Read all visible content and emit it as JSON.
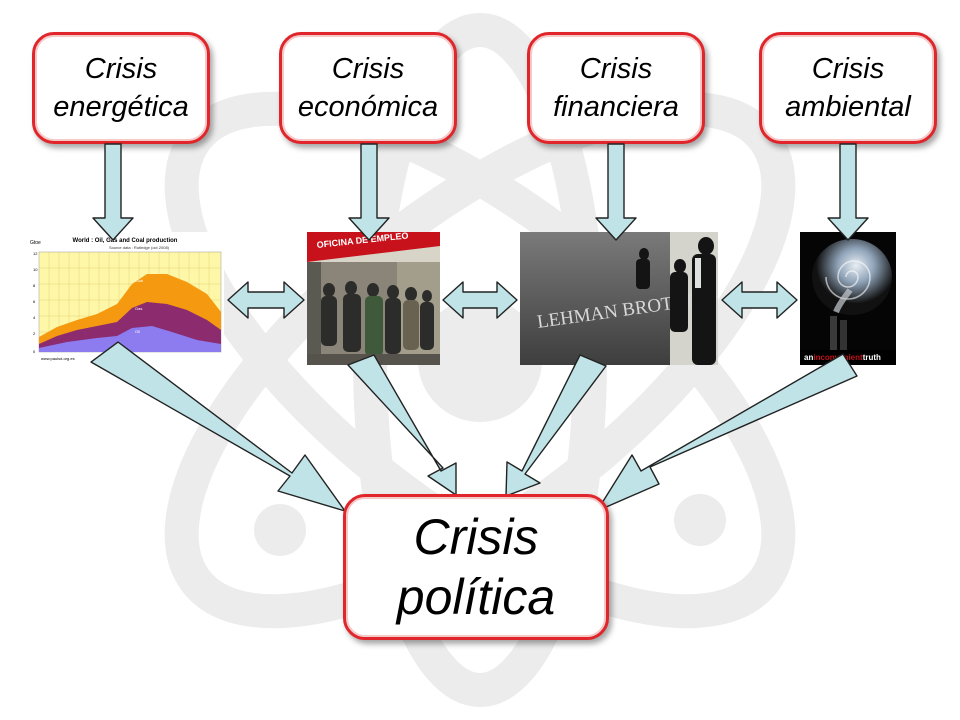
{
  "boxes": {
    "energetica": {
      "line1": "Crisis",
      "line2": "energética"
    },
    "economica": {
      "line1": "Crisis",
      "line2": "económica"
    },
    "financiera": {
      "line1": "Crisis",
      "line2": "financiera"
    },
    "ambiental": {
      "line1": "Crisis",
      "line2": "ambiental"
    },
    "politica": {
      "line1": "Crisis",
      "line2": "política"
    }
  },
  "images": {
    "chart": {
      "title": "World : Oil, Gas and Coal production",
      "source": "Source data : Rutledge (oct 2008)",
      "unit": "Gtoe",
      "y_ticks": [
        "12",
        "10",
        "8",
        "6",
        "4",
        "2",
        "0"
      ],
      "series": [
        "Coal",
        "Gas",
        "Oil"
      ],
      "footer": "www.paulsd.org.es"
    },
    "employment_sign": "OFICINA DE EMPLEO",
    "lehman_text": "LEHMAN BROTHERS",
    "truth_caption": {
      "part1": "an",
      "part2": "inconvenient",
      "part3": "truth"
    }
  },
  "colors": {
    "box_border": "#e0262b",
    "arrow_fill": "#bfe3e6",
    "arrow_stroke": "#222222"
  }
}
